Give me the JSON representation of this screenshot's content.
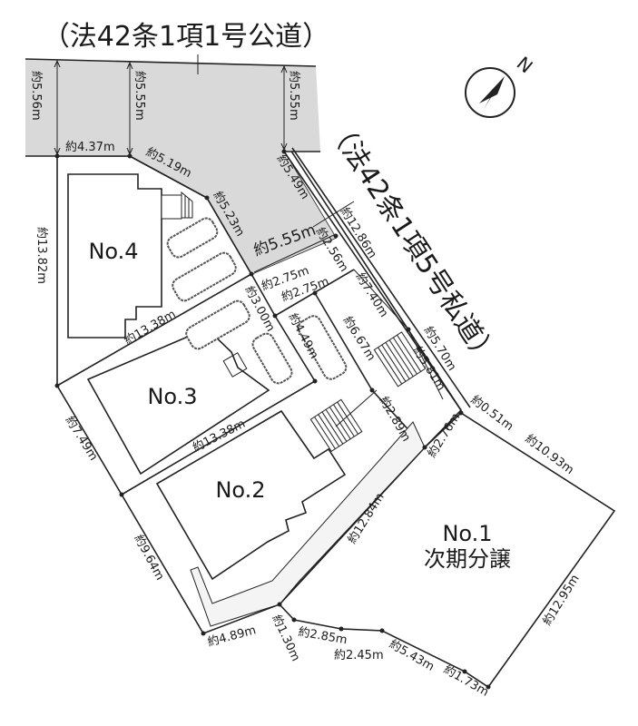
{
  "roads": {
    "public_road": "（法42条1項1号公道）",
    "private_road": "（法42条1項5号私道）"
  },
  "compass": {
    "north_label": "N"
  },
  "lots": {
    "no4": "No.4",
    "no3": "No.3",
    "no2": "No.2",
    "no1": "No.1",
    "no1_note": "次期分譲"
  },
  "dimensions": {
    "road_w_left": "約5.56m",
    "road_w_mid": "約5.55m",
    "road_w_right": "約5.55m",
    "frontage_4_37": "約4.37m",
    "edge_5_19": "約5.19m",
    "edge_5_23": "約5.23m",
    "edge_5_49": "約5.49m",
    "drive_width_5_55": "約5.55m",
    "edge_12_86": "約12.86m",
    "edge_2_56": "約2.56m",
    "edge_2_75_a": "約2.75m",
    "edge_2_75_b": "約2.75m",
    "edge_7_40": "約7.40m",
    "edge_3_00": "約3.00m",
    "edge_4_49": "約4.49m",
    "edge_6_67": "約6.67m",
    "edge_5_70": "約5.70m",
    "edge_5_81": "約5.81m",
    "edge_13_38_a": "約13.38m",
    "edge_13_38_b": "約13.38m",
    "edge_13_82": "約13.82m",
    "edge_7_49": "約7.49m",
    "edge_2_89": "約2.89m",
    "edge_2_76": "約2.76m",
    "edge_0_51": "約0.51m",
    "edge_10_93": "約10.93m",
    "edge_12_84": "約12.84m",
    "edge_9_64": "約9.64m",
    "edge_12_95": "約12.95m",
    "edge_4_89": "約4.89m",
    "edge_1_30": "約1.30m",
    "edge_2_85": "約2.85m",
    "edge_2_45": "約2.45m",
    "edge_5_43": "約5.43m",
    "edge_1_73": "約1.73m"
  },
  "colors": {
    "road": "#d9d9d9",
    "lot": "#ececed",
    "house": "#ffffff",
    "line": "#222222"
  }
}
